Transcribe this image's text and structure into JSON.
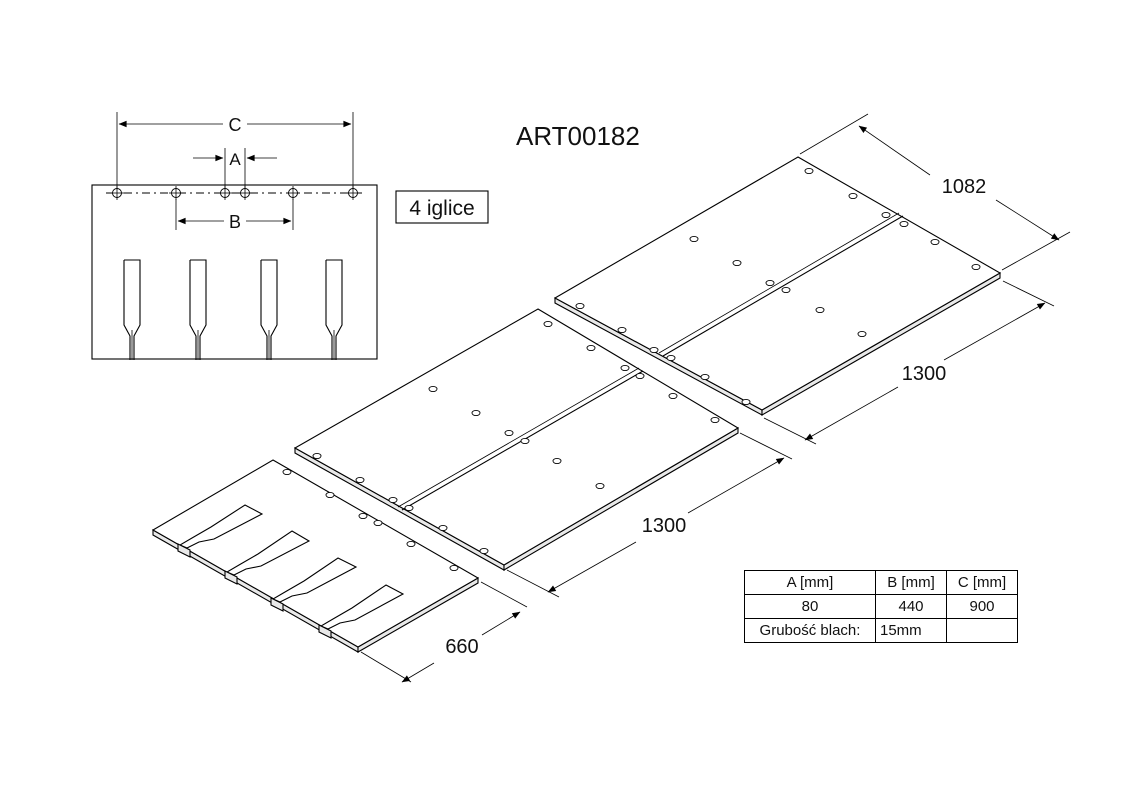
{
  "title": "ART00182",
  "badge": "4 iglice",
  "detail_labels": {
    "a": "A",
    "b": "B",
    "c": "C"
  },
  "dimensions": {
    "depth": "1082",
    "length_top": "1300",
    "length_mid": "1300",
    "length_front": "660"
  },
  "table": {
    "headers": [
      "A [mm]",
      "B [mm]",
      "C [mm]"
    ],
    "values": [
      "80",
      "440",
      "900"
    ],
    "thickness_label": "Grubość blach:",
    "thickness_value": "15mm",
    "empty_cell": ""
  }
}
